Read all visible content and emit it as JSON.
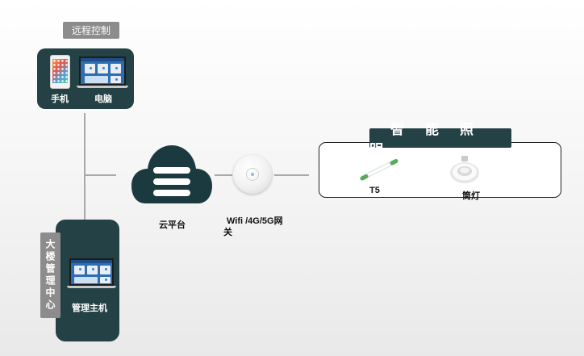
{
  "diagram": {
    "remote_control": {
      "tag": "远程控制",
      "phone_label": "手机",
      "computer_label": "电脑"
    },
    "cloud_label": "云平台",
    "gateway_label_line1": "Wifi /4G/5G网",
    "gateway_label_line2": "关",
    "lighting": {
      "title": "智能照明",
      "t5_label": "T5",
      "downlight_label": "筒灯"
    },
    "building_center": {
      "tag": "大楼管理中心",
      "host_label": "管理主机"
    },
    "colors": {
      "panel_dark": "#244145",
      "tag_gray": "#8c8c8c",
      "connector": "#a9a9a9"
    }
  }
}
